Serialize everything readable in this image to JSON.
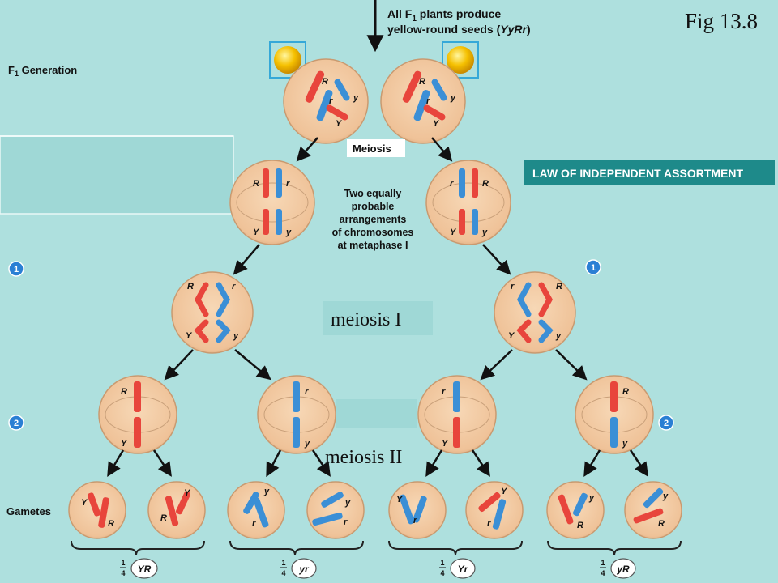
{
  "header": {
    "line1": "All F",
    "line1_sub": "1",
    "line1_rest": " plants produce",
    "line2": "yellow-round seeds (",
    "line2_italic": "YyRr",
    "line2_end": ")"
  },
  "fig_label": "Fig 13.8",
  "f1_label": {
    "main": "F",
    "sub": "1",
    "rest": " Generation"
  },
  "meiosis_label": "Meiosis",
  "law_banner": "LAW OF INDEPENDENT ASSORTMENT",
  "metaphase_text": [
    "Two equally",
    "probable",
    "arrangements",
    "of chromosomes",
    "at metaphase I"
  ],
  "meiosis1_box": "meiosis I",
  "meiosis2_box": "meiosis II",
  "step_badges": {
    "one": "1",
    "two": "2"
  },
  "gametes_label": "Gametes",
  "alleles": {
    "R": "R",
    "r": "r",
    "Y": "Y",
    "y": "y"
  },
  "fractions": [
    {
      "num": "1",
      "den": "4",
      "genotype": "YR"
    },
    {
      "num": "1",
      "den": "4",
      "genotype": "yr"
    },
    {
      "num": "1",
      "den": "4",
      "genotype": "Yr"
    },
    {
      "num": "1",
      "den": "4",
      "genotype": "yR"
    }
  ],
  "colors": {
    "background": "#aee0de",
    "cell": "#f1c9a4",
    "red_chromosome": "#e8453c",
    "blue_chromosome": "#3b8fd6",
    "banner": "#1e8a8a",
    "seed": "#f5c000",
    "badge": "#2a7fd4"
  }
}
